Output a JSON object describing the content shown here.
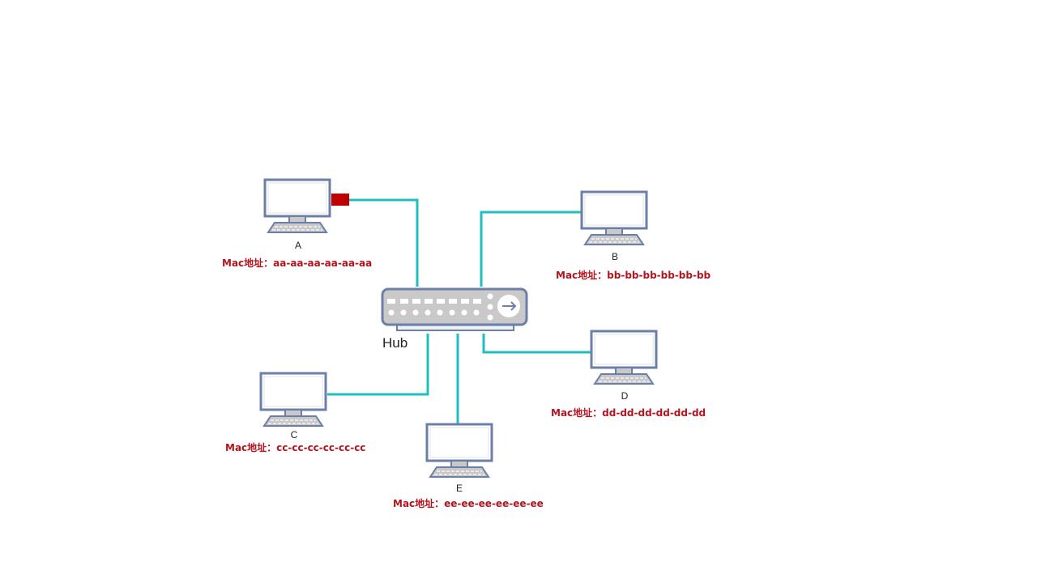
{
  "hub": {
    "label": "Hub",
    "arrow_icon": "arrow-right-icon"
  },
  "hosts": [
    {
      "name": "A",
      "mac_prefix": "Mac地址：",
      "mac": "aa-aa-aa-aa-aa-aa"
    },
    {
      "name": "B",
      "mac_prefix": "Mac地址：",
      "mac": "bb-bb-bb-bb-bb-bb"
    },
    {
      "name": "C",
      "mac_prefix": "Mac地址：",
      "mac": "cc-cc-cc-cc-cc-cc"
    },
    {
      "name": "D",
      "mac_prefix": "Mac地址：",
      "mac": "dd-dd-dd-dd-dd-dd"
    },
    {
      "name": "E",
      "mac_prefix": "Mac地址：",
      "mac": "ee-ee-ee-ee-ee-ee"
    }
  ],
  "colors": {
    "link": "#1fbfbf",
    "device_stroke": "#6c7fa8",
    "device_fill": "#c8c8c8",
    "mac_text": "#b4141e",
    "packet": "#c00000"
  }
}
